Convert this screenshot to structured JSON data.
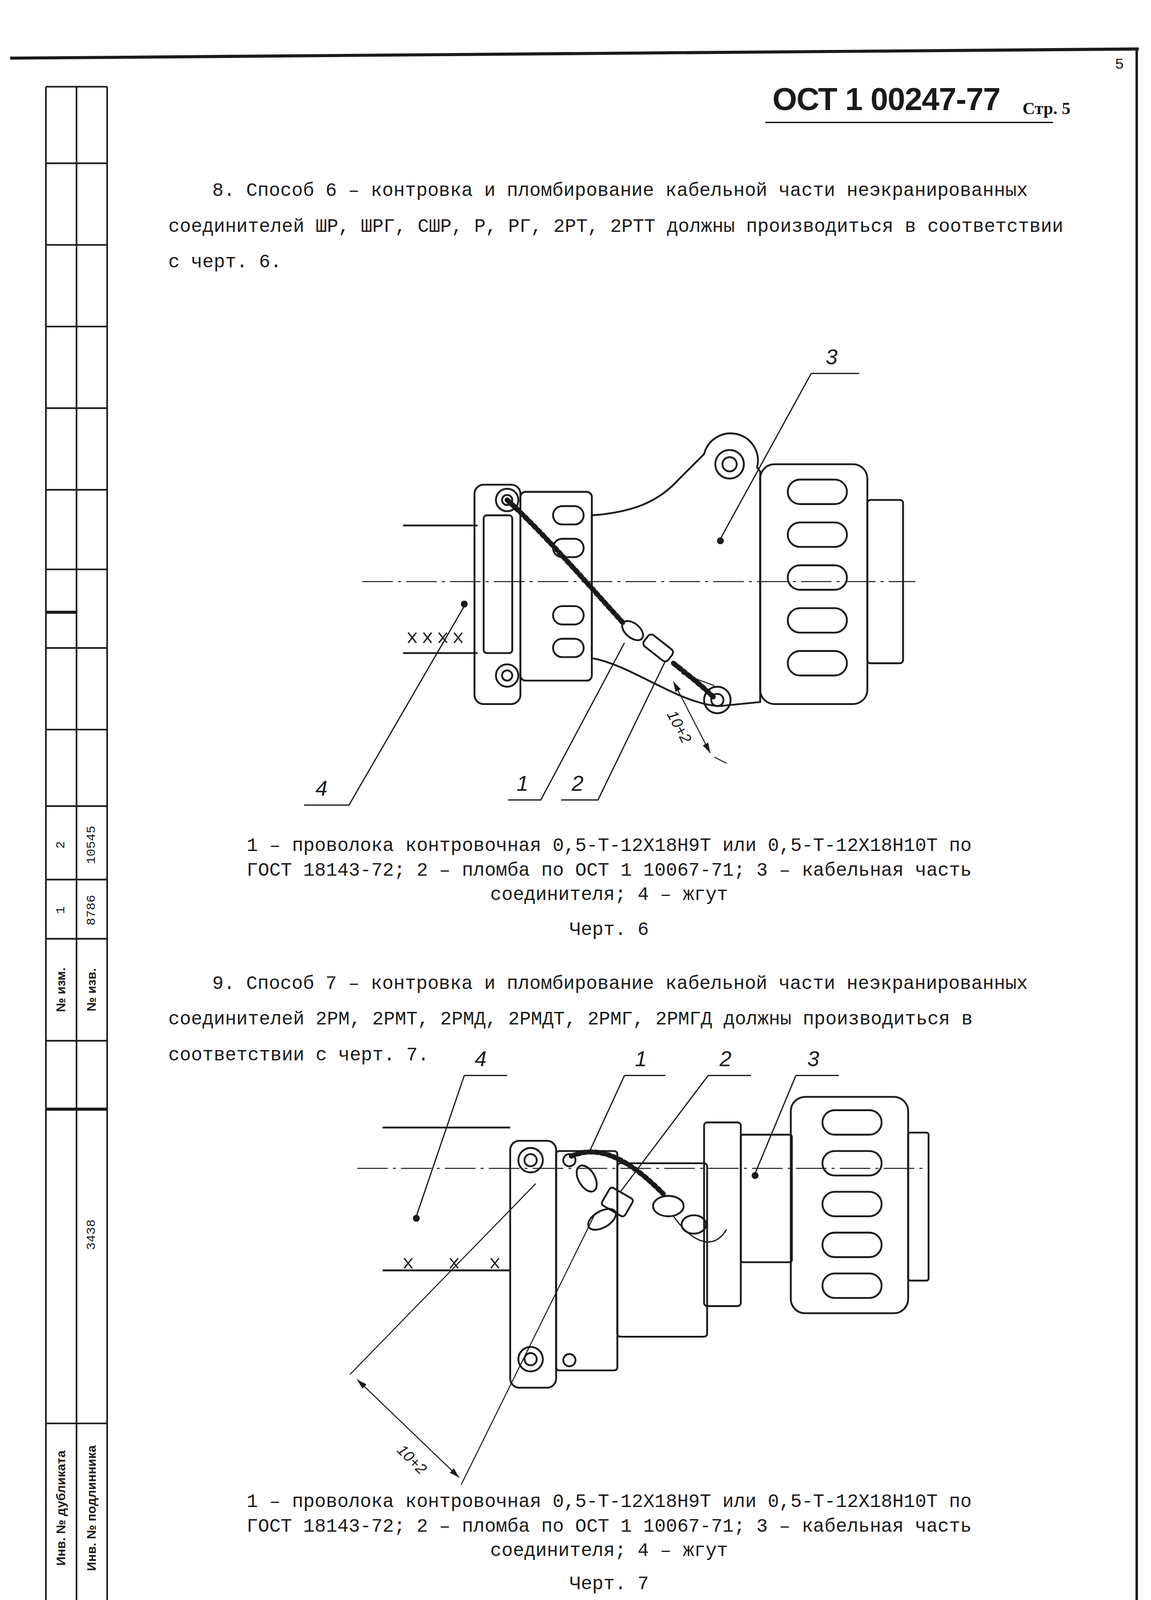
{
  "diagram": {
    "title": "ОСТ 1 00247-77",
    "labels": [
      "5",
      "Стр. 5",
      "8. Способ 6 – контровка и пломбирование кабельной части неэкранированных соединителей ШР, ШРГ, СШР, Р, РГ, 2РТ, 2РТТ должны производиться в соответствии с черт. 6.",
      "3",
      "4",
      "1",
      "2",
      "10+2",
      "1 – проволока контровочная 0,5-Т-12Х18Н9Т или 0,5-Т-12Х18Н10Т по ГОСТ 18143-72; 2 – пломба по ОСТ 1 10067-71; 3 – кабельная часть соединителя; 4 – жгут",
      "Черт. 6",
      "9. Способ 7 – контровка и пломбирование кабельной части неэкранированных соединителей 2РМ, 2РМТ, 2РМД, 2РМДТ, 2РМГ, 2РМГД должны производиться в соответствии с черт. 7.",
      "4",
      "1",
      "2",
      "3",
      "10+2",
      "1 – проволока контровочная 0,5-Т-12Х18Н9Т или 0,5-Т-12Х18Н10Т по ГОСТ 18143-72; 2 – пломба по ОСТ 1 10067-71; 3 – кабельная часть соединителя; 4 – жгут",
      "Черт. 7",
      "№ изм.",
      "1",
      "2",
      "№ изв.",
      "8786",
      "10545",
      "3438",
      "Инв. № дубликата",
      "Инв. № подлинника"
    ]
  }
}
